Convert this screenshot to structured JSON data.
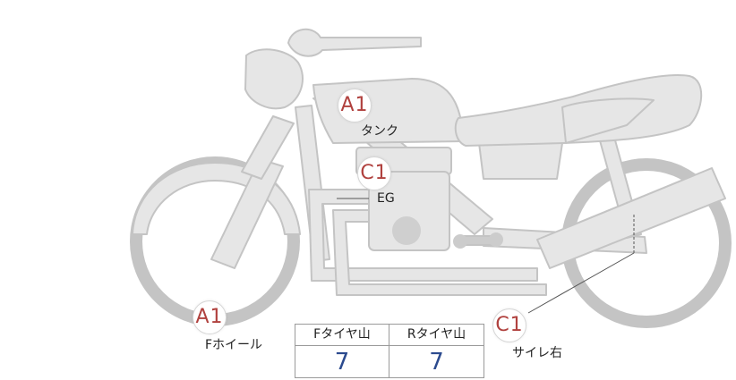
{
  "colors": {
    "body_fill": "#e6e6e6",
    "body_stroke": "#c4c4c4",
    "marker_text": "#b0413e",
    "value_text": "#2b4a8e"
  },
  "markers": [
    {
      "id": "tank",
      "grade": "A1",
      "label": "タンク"
    },
    {
      "id": "engine",
      "grade": "C1",
      "label": "EG"
    },
    {
      "id": "front-wheel",
      "grade": "A1",
      "label": "Fホイール"
    },
    {
      "id": "muffler-right",
      "grade": "C1",
      "label": "サイレ右"
    }
  ],
  "tread_table": {
    "headers": [
      "Fタイヤ山",
      "Rタイヤ山"
    ],
    "values": [
      "7",
      "7"
    ]
  }
}
